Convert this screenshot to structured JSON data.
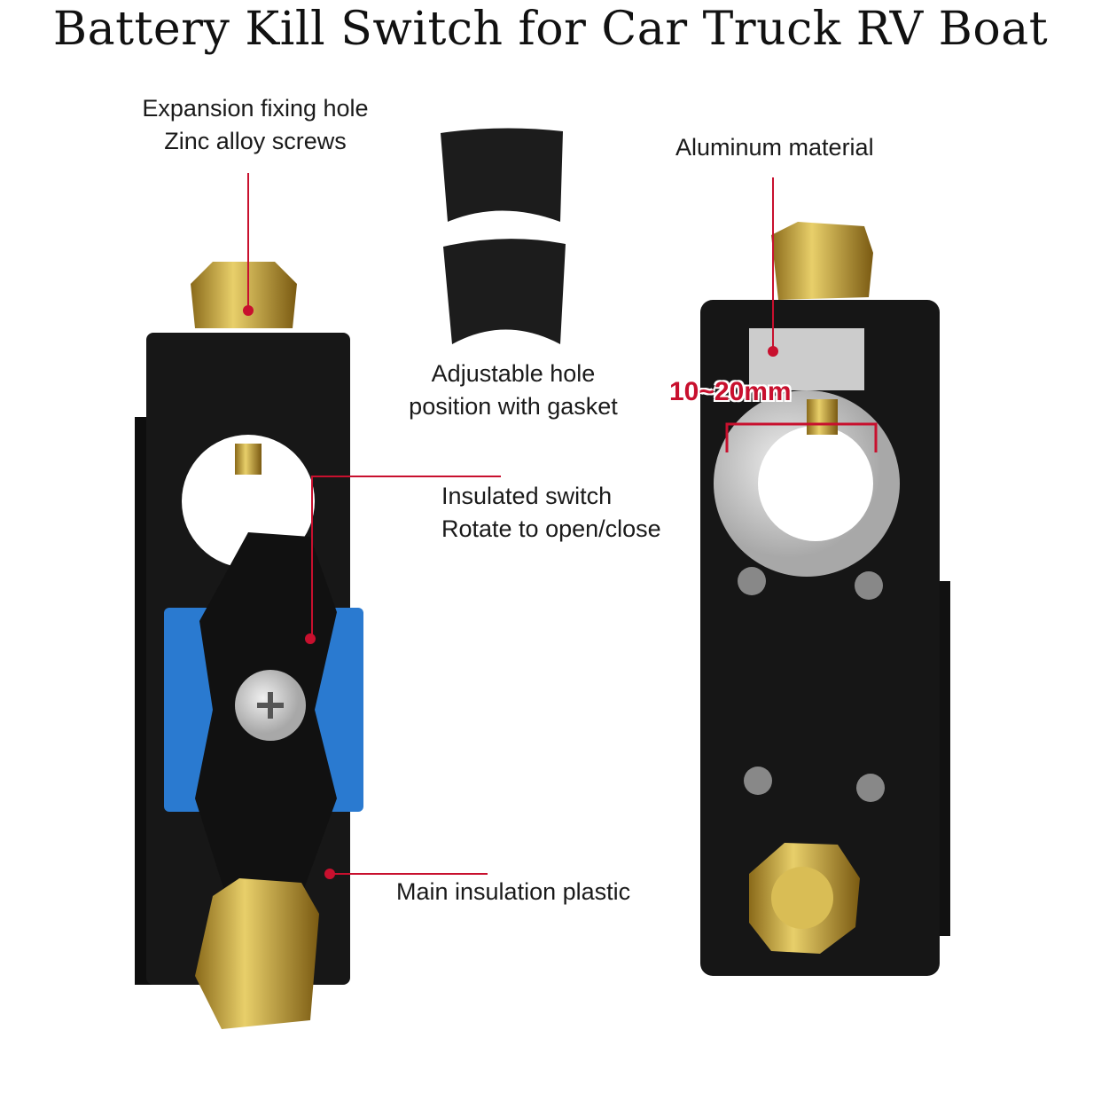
{
  "title": "Battery Kill Switch for Car Truck RV Boat",
  "callouts": {
    "expansion": [
      "Expansion fixing hole",
      "Zinc alloy screws"
    ],
    "gasket": [
      "Adjustable hole",
      "position with gasket"
    ],
    "aluminum": "Aluminum material",
    "dimension": "10~20mm",
    "switch": [
      "Insulated switch",
      "Rotate to open/close"
    ],
    "plastic": "Main insulation plastic"
  },
  "colors": {
    "accent": "#c8102e",
    "body": "#151515",
    "label_blue": "#2a7ad0",
    "brass": "#c9a634"
  }
}
